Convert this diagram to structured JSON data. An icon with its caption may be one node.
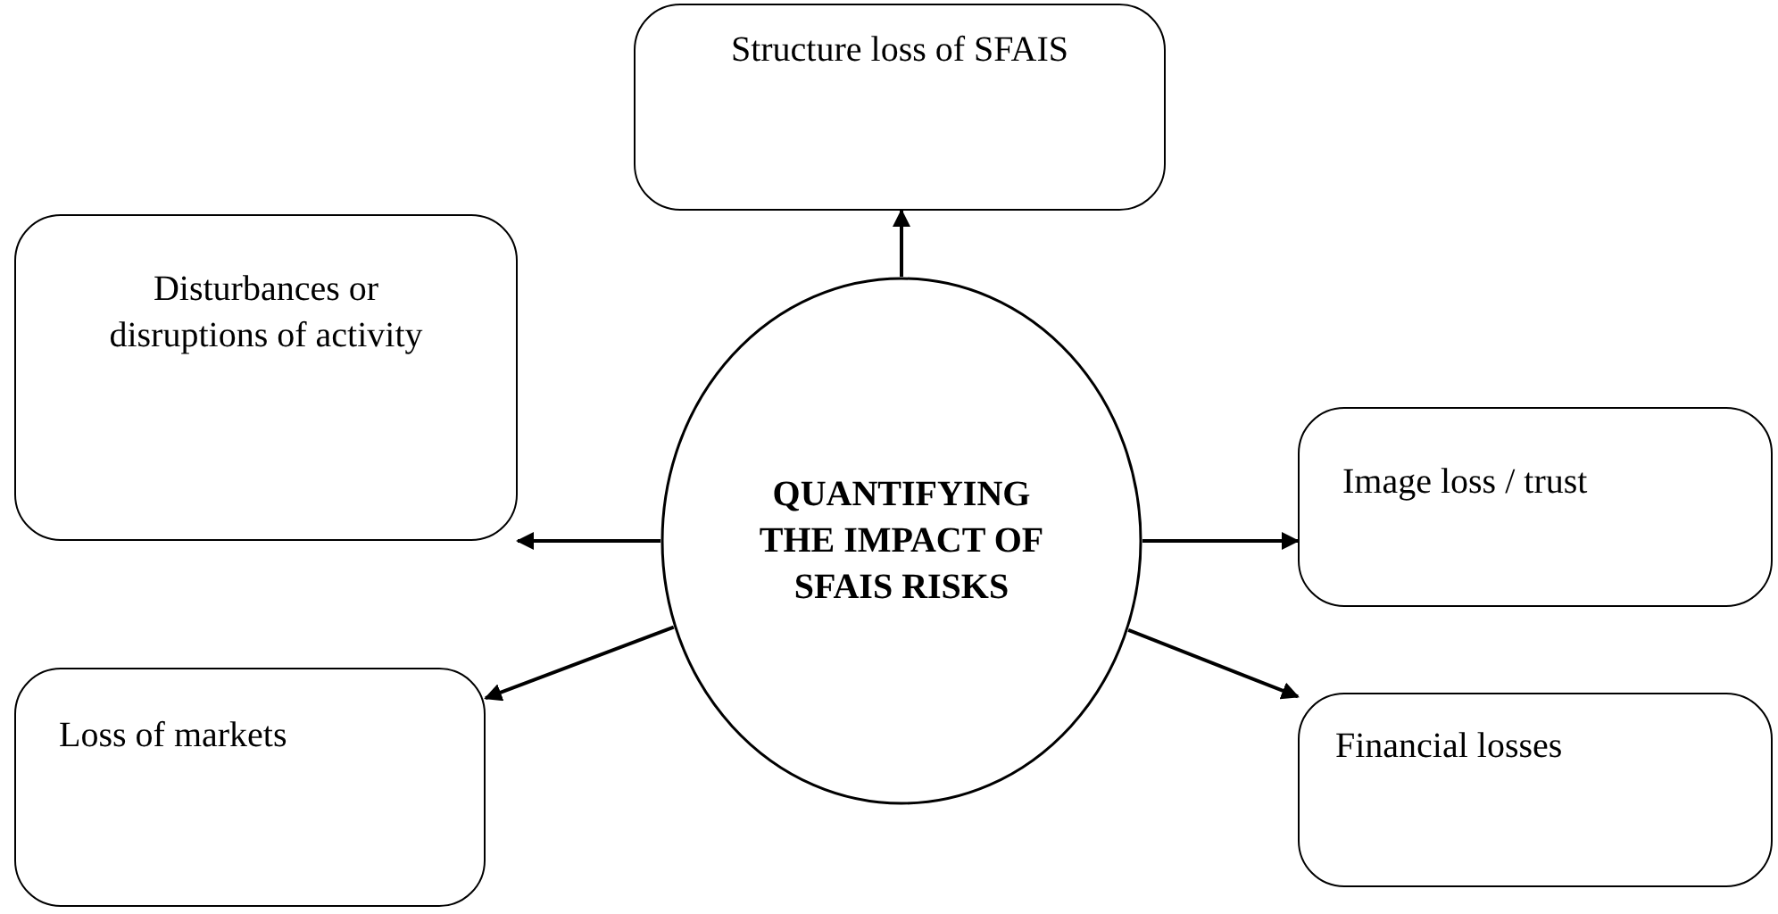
{
  "diagram": {
    "nodes": [
      {
        "text": [
          "Structure loss of SFAIS"
        ]
      },
      {
        "text": [
          "Disturbances or disruptions of activity"
        ]
      },
      {
        "text": [
          "QUANTIFYING THE IMPACT OF SFAIS RISKS"
        ]
      },
      {
        "text": [
          "Image loss / trust"
        ]
      },
      {
        "text": [
          "Loss of markets"
        ]
      },
      {
        "text": [
          "Financial losses"
        ]
      }
    ],
    "edges": [
      {
        "from": 2,
        "to": 0,
        "arrow": "to"
      },
      {
        "from": 2,
        "to": 1,
        "arrow": "to"
      },
      {
        "from": 2,
        "to": 3,
        "arrow": "to"
      },
      {
        "from": 2,
        "to": 4,
        "arrow": "to"
      },
      {
        "from": 2,
        "to": 5,
        "arrow": "to"
      }
    ]
  }
}
